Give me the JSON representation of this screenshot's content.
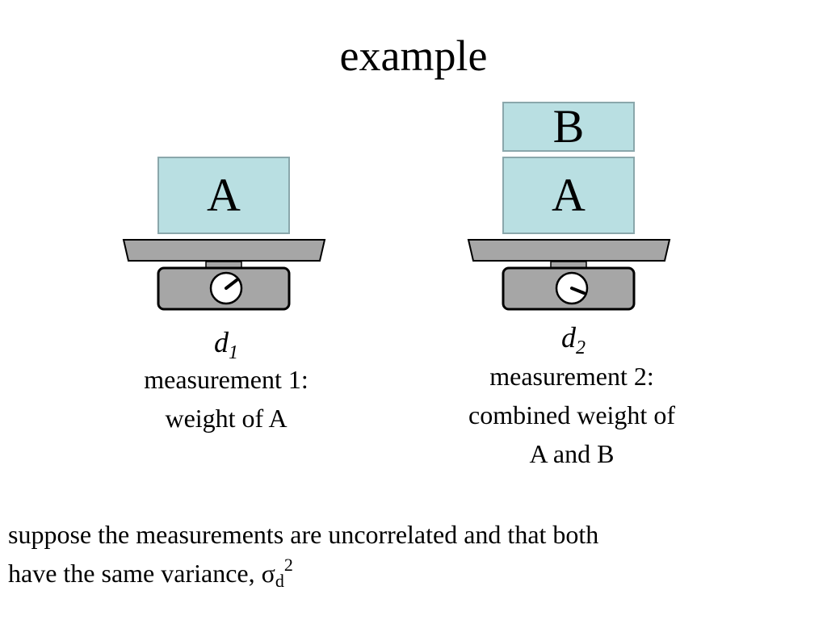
{
  "slide": {
    "title": "example",
    "scale_left": {
      "box_label": "A",
      "variable": "d",
      "variable_sub": "1",
      "caption_line1": "measurement 1:",
      "caption_line2": "weight of A"
    },
    "scale_right": {
      "top_box_label": "B",
      "bottom_box_label": "A",
      "variable": "d",
      "variable_sub": "2",
      "caption_line1": "measurement 2:",
      "caption_line2": "combined weight of",
      "caption_line3": "A and B"
    },
    "body": {
      "line1": "suppose the measurements are uncorrelated and that  both",
      "line2_prefix": "have the same variance, σ",
      "line2_sub": "d",
      "line2_sup": "2"
    },
    "colors": {
      "box_fill": "#b9dfe2",
      "box_border": "#8aa7ab",
      "scale_gray": "#a6a6a6"
    }
  }
}
